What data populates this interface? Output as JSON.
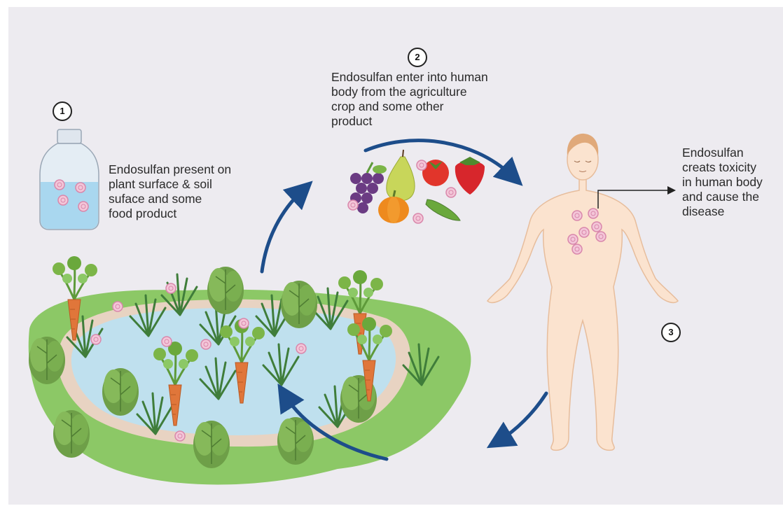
{
  "steps": [
    {
      "number": "1",
      "text": "Endosulfan present on\nplant  surface & soil\nsuface  and some\nfood product"
    },
    {
      "number": "2",
      "text": "Endosulfan enter into human\nbody from the agriculture\ncrop and some other\nproduct"
    },
    {
      "number": "3",
      "text": "Endosulfan\ncreats toxicity\nin human body\nand cause the\ndisease"
    }
  ],
  "colors": {
    "background": "#edebf0",
    "arrow": "#1d4d8a",
    "water": "#bfe0ee",
    "grass": "#8cc866",
    "skin": "#fbe3cf",
    "toxin": "#e9a9c6",
    "carrot": "#e0763a"
  },
  "icons": [
    "bottle-icon",
    "fruit-basket-icon",
    "human-figure-icon",
    "crop-field-icon",
    "toxin-molecule-icon",
    "arrow-icon"
  ]
}
